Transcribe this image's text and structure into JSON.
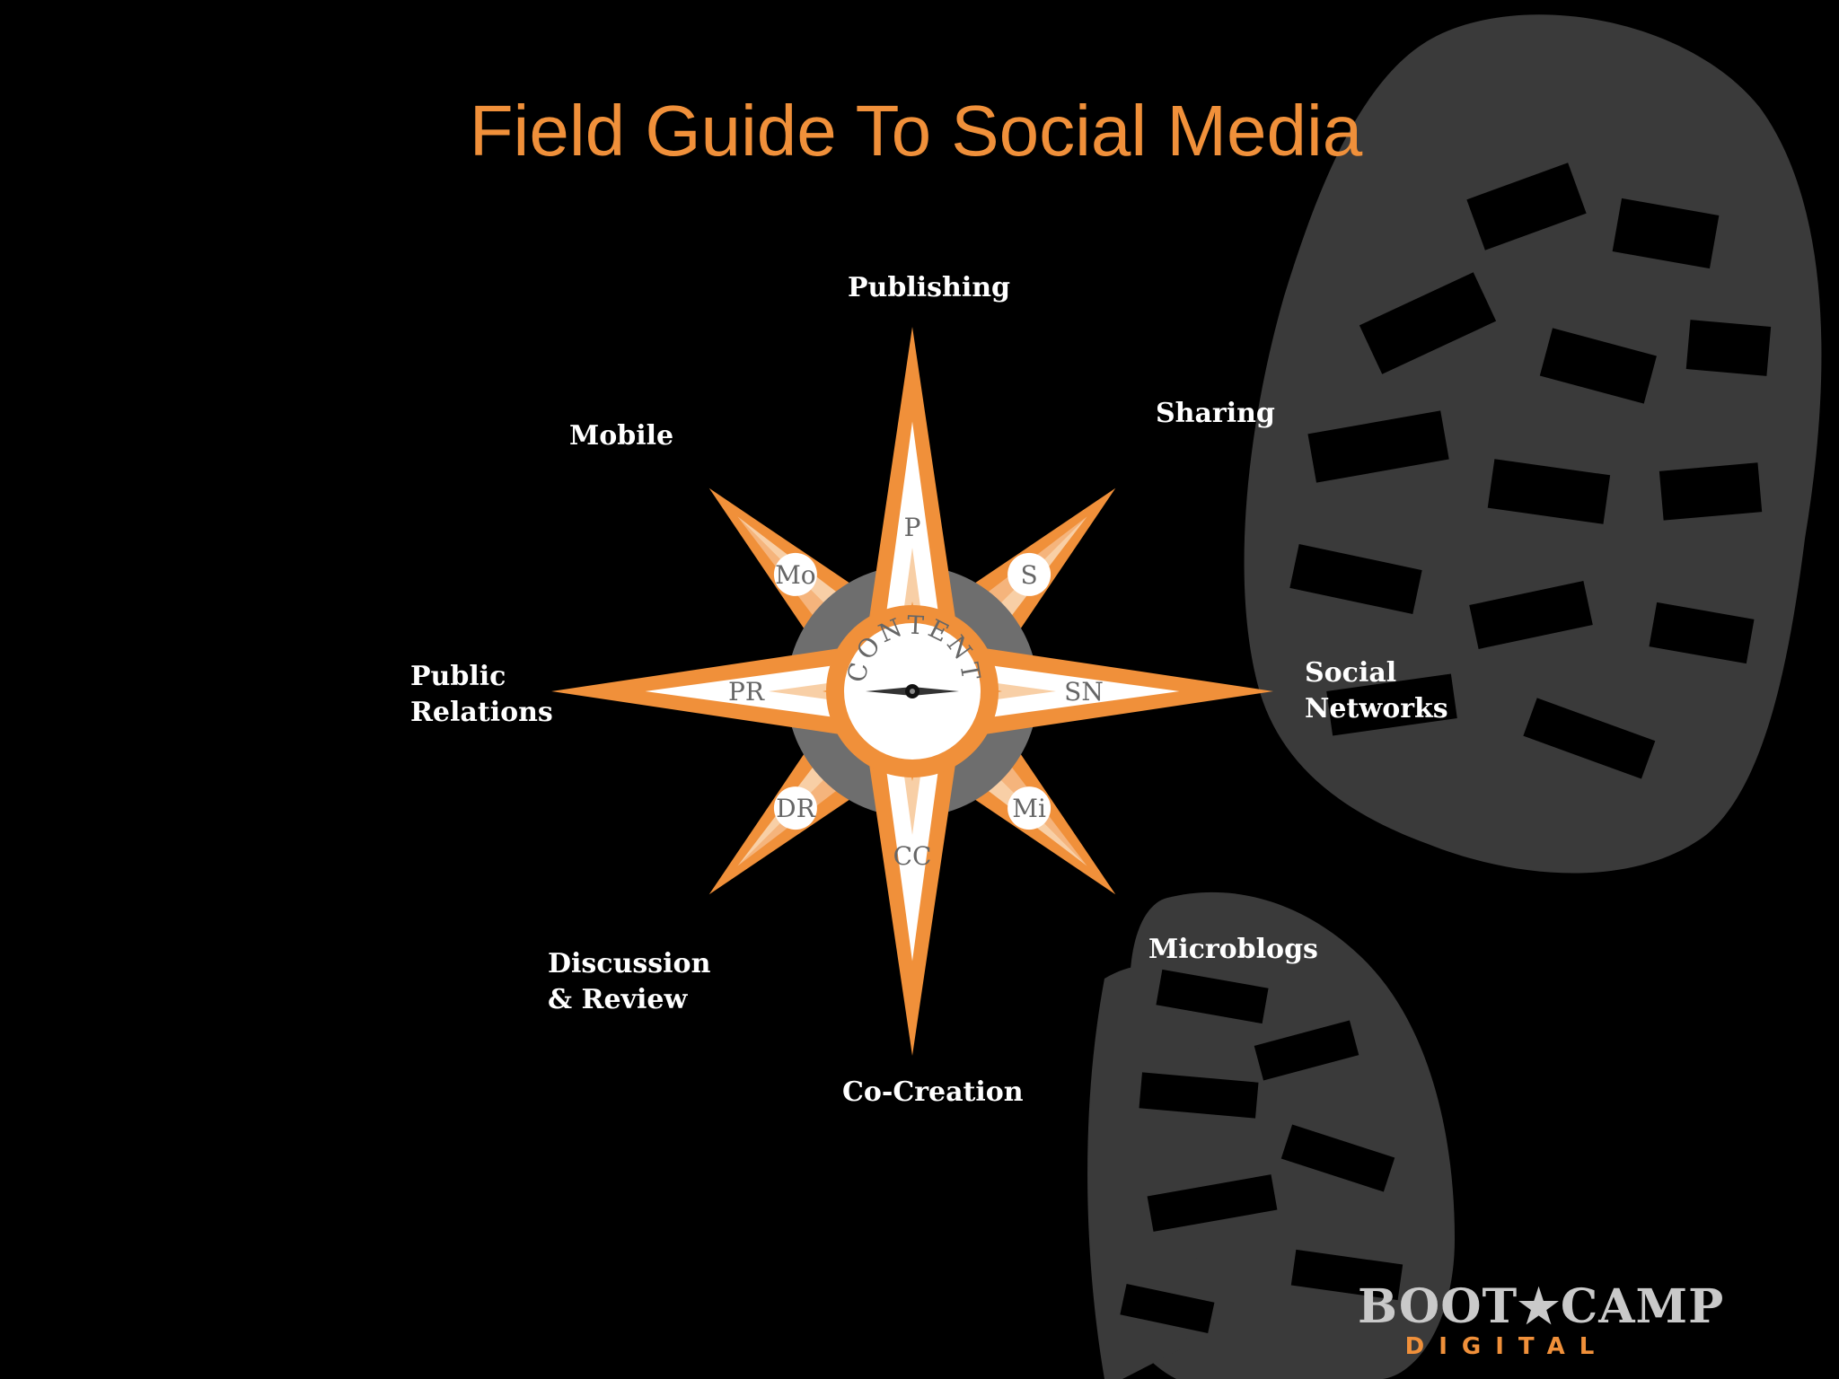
{
  "title": "Field Guide To Social Media",
  "colors": {
    "background": "#000000",
    "accent": "#f0903a",
    "accent_light": "#f5b47c",
    "accent_pale": "#f8cfa6",
    "label": "#ffffff",
    "bootprint": "#3a3a3a",
    "ring_gray": "#6e6e6e"
  },
  "compass": {
    "center_label": "CONTENT",
    "points": [
      {
        "id": "publishing",
        "abbr": "P",
        "label": "Publishing"
      },
      {
        "id": "sharing",
        "abbr": "S",
        "label": "Sharing"
      },
      {
        "id": "social-networks",
        "abbr": "SN",
        "label": "Social\nNetworks"
      },
      {
        "id": "microblogs",
        "abbr": "Mi",
        "label": "Microblogs"
      },
      {
        "id": "co-creation",
        "abbr": "CC",
        "label": "Co-Creation"
      },
      {
        "id": "discussion-review",
        "abbr": "DR",
        "label": "Discussion\n& Review"
      },
      {
        "id": "public-relations",
        "abbr": "PR",
        "label": "Public\nRelations"
      },
      {
        "id": "mobile",
        "abbr": "Mo",
        "label": "Mobile"
      }
    ]
  },
  "logo": {
    "main": "BOOT★CAMP",
    "sub": "DIGITAL"
  },
  "background_art": "boot-print-icon"
}
